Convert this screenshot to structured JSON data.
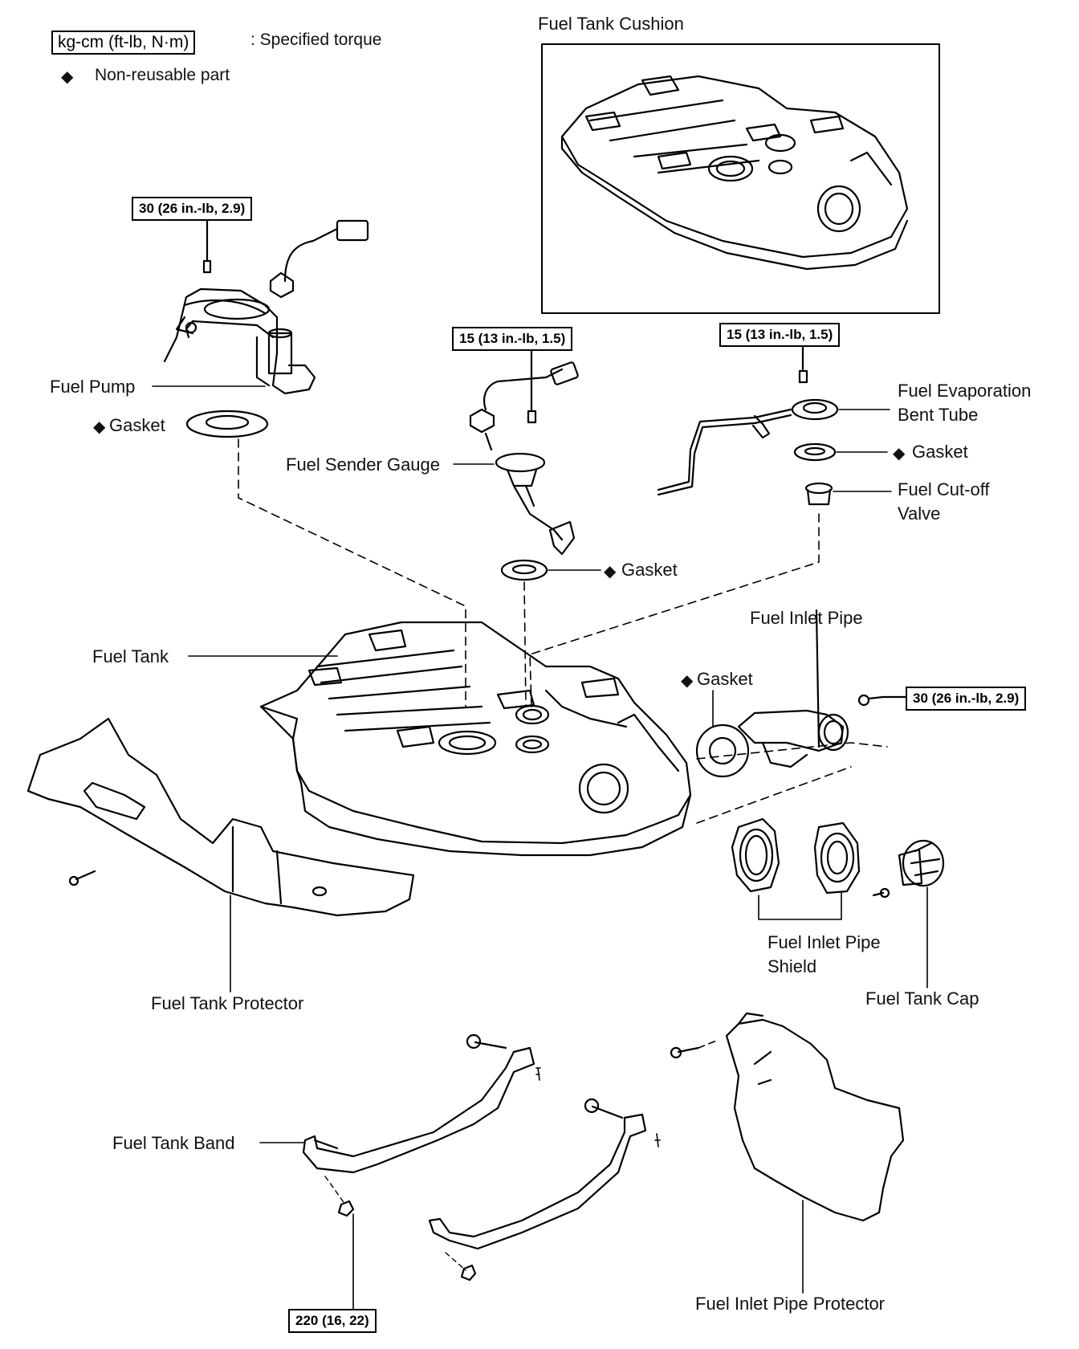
{
  "legend": {
    "torque_box": "kg-cm (ft-lb, N·m)",
    "torque_text": ": Specified torque",
    "nonreusable_symbol": "◆",
    "nonreusable_text": "Non-reusable part"
  },
  "torque_values": {
    "fuel_pump": "30 (26 in.-lb, 2.9)",
    "sender_gauge": "15 (13 in.-lb, 1.5)",
    "evap_tube": "15 (13 in.-lb, 1.5)",
    "inlet_pipe": "30 (26 in.-lb, 2.9)",
    "tank_band": "220 (16, 22)"
  },
  "labels": {
    "fuel_tank_cushion": "Fuel Tank Cushion",
    "fuel_pump": "Fuel Pump",
    "gasket_pump": "Gasket",
    "fuel_sender_gauge": "Fuel Sender Gauge",
    "gasket_sender": "Gasket",
    "fuel_evap_line1": "Fuel Evaporation",
    "fuel_evap_line2": "Bent Tube",
    "gasket_evap": "Gasket",
    "cutoff_line1": "Fuel Cut-off",
    "cutoff_line2": "Valve",
    "fuel_tank": "Fuel Tank",
    "fuel_inlet_pipe": "Fuel Inlet Pipe",
    "gasket_inlet": "Gasket",
    "inlet_shield_line1": "Fuel Inlet Pipe",
    "inlet_shield_line2": "Shield",
    "fuel_tank_cap": "Fuel Tank Cap",
    "fuel_tank_protector": "Fuel Tank Protector",
    "fuel_tank_band": "Fuel Tank Band",
    "inlet_pipe_protector": "Fuel Inlet Pipe Protector"
  }
}
